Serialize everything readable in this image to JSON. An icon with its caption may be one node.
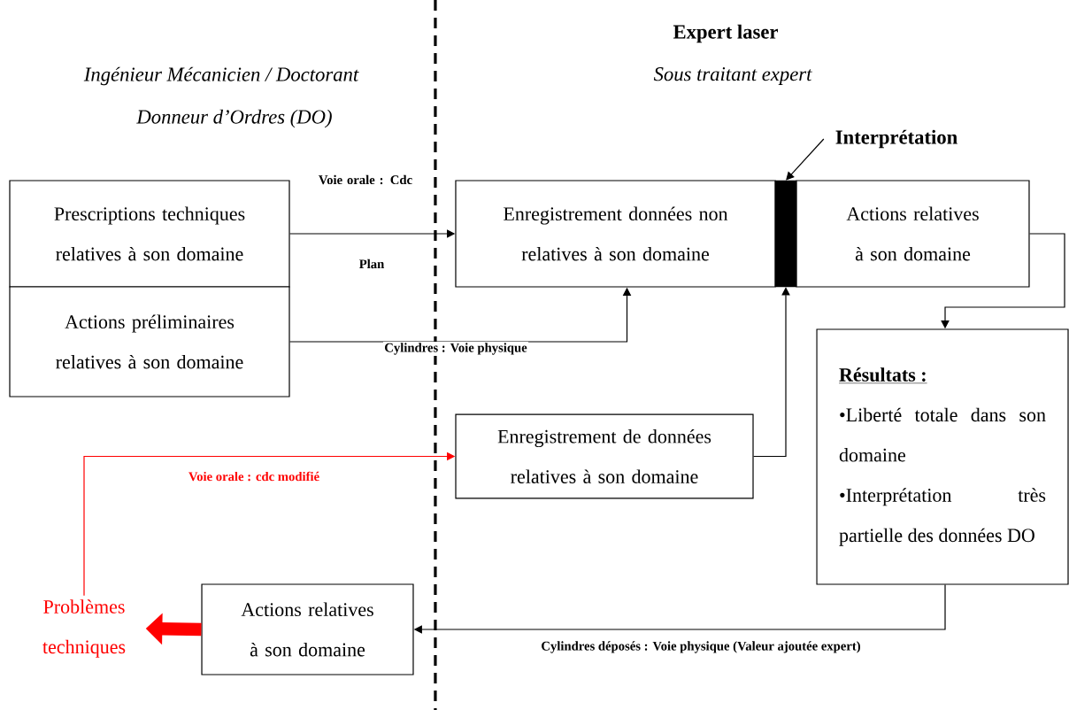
{
  "diagram": {
    "nodes": [
      {
        "text": [
          "Prescriptions techniques relatives à son domaine"
        ]
      },
      {
        "text": [
          "Actions préliminaires relatives à son domaine"
        ]
      },
      {
        "text": [
          "Enregistrement données non relatives à son domaine"
        ]
      },
      {
        "text": [],
        "shape": "bar"
      },
      {
        "text": [
          "Actions relatives à son domaine"
        ]
      },
      {
        "text": [
          "Résultats :",
          "•Liberté totale dans son domaine",
          "•Interprétation très partielle des données DO"
        ]
      },
      {
        "text": [
          "Enregistrement de données relatives à son domaine"
        ]
      },
      {
        "text": [
          "Actions relatives à son domaine"
        ]
      },
      {
        "text": [
          "Problèmes techniques"
        ]
      },
      {
        "text": [
          "Interprétation"
        ]
      }
    ],
    "edges": [
      {
        "from": 0,
        "to": 2,
        "arrow": "to",
        "label": "Voie orale : Cdc"
      },
      {
        "from": 1,
        "to": 2,
        "arrow": "to",
        "label": "Cylindres : Voie physique"
      },
      {
        "from": 6,
        "to": 3,
        "arrow": "to"
      },
      {
        "from": 4,
        "to": 5,
        "arrow": "to"
      },
      {
        "from": 5,
        "to": 7,
        "arrow": "to",
        "label": "Cylindres déposés : Voie physique  (Valeur ajoutée expert)"
      },
      {
        "from": 7,
        "to": 8,
        "arrow": "to",
        "style": "thick",
        "color": "#ff0000"
      },
      {
        "from": 8,
        "to": 6,
        "arrow": "to",
        "color": "#ff0000",
        "label": "Voie orale : cdc modifié"
      },
      {
        "from": 9,
        "to": 3,
        "arrow": "to"
      }
    ],
    "labels": [
      "Expert laser",
      "Ingénieur Mécanicien / Doctorant",
      "Sous traitant expert",
      "Donneur d’Ordres (DO)",
      "Plan"
    ]
  }
}
